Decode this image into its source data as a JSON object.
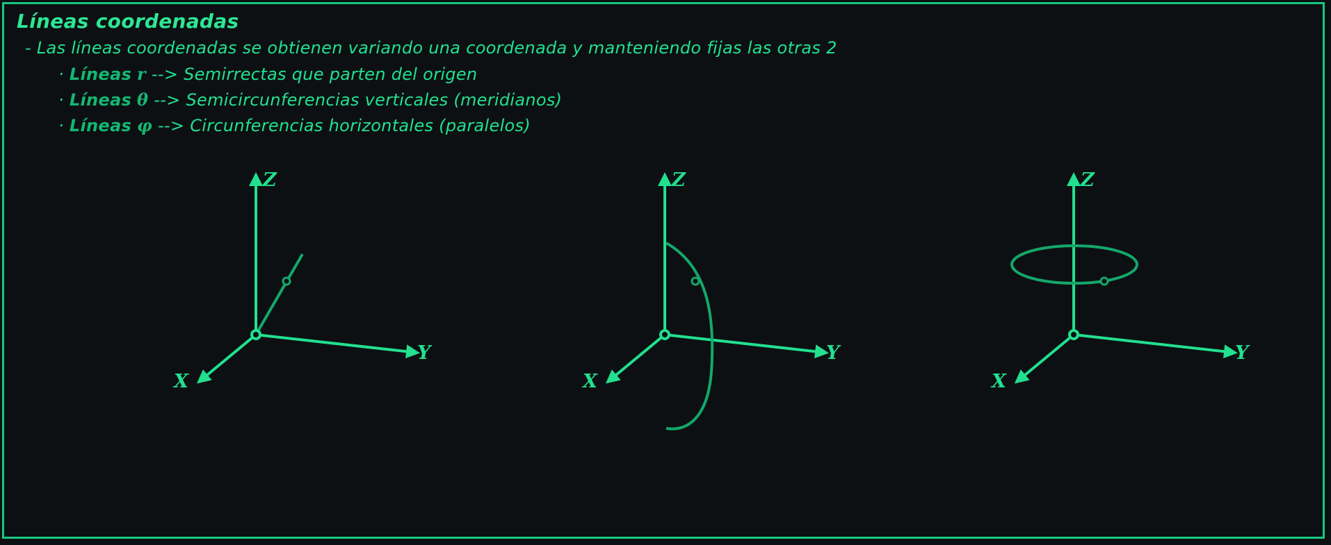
{
  "title": "Líneas coordenadas",
  "intro": "- Las líneas coordenadas se obtienen variando una coordenada y manteniendo fijas las otras 2",
  "bullets": [
    {
      "dot": "·",
      "head": "Líneas",
      "symbol": "r",
      "text": "--> Semirrectas que parten del origen"
    },
    {
      "dot": "·",
      "head": "Líneas",
      "symbol": "θ",
      "text": "--> Semicircunferencias verticales (meridianos)"
    },
    {
      "dot": "·",
      "head": "Líneas",
      "symbol": "φ",
      "text": "--> Circunferencias horizontales (paralelos)"
    }
  ],
  "axes": {
    "x": "X",
    "y": "Y",
    "z": "Z"
  },
  "diagrams": [
    {
      "curve": "semirrecta r"
    },
    {
      "curve": "semicircunferencia θ"
    },
    {
      "curve": "circunferencia φ"
    }
  ],
  "colors": {
    "background": "#0c1013",
    "accent": "#22e08f",
    "curve": "#14a86a",
    "border": "#17c97f"
  }
}
